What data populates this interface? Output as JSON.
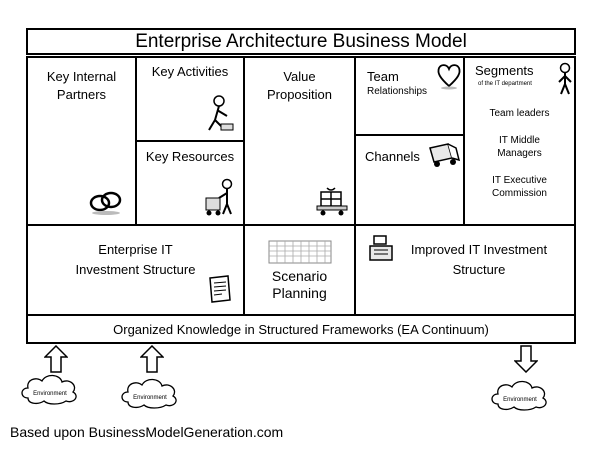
{
  "title": "Enterprise Architecture Business Model",
  "cells": {
    "key_partners": "Key Internal Partners",
    "key_activities": "Key Activities",
    "key_resources": "Key Resources",
    "value_proposition": "Value Proposition",
    "team_relationships_title": "Team",
    "team_relationships_sub": "Relationships",
    "channels": "Channels",
    "segments_title": "Segments",
    "segments_sub": "of the IT department",
    "segments_items": [
      "Team leaders",
      "IT Middle Managers",
      "IT Executive Commission"
    ],
    "cost_structure": "Enterprise IT Investment Structure",
    "scenario_planning": "Scenario Planning",
    "revenue_streams": "Improved IT Investment Structure"
  },
  "bottom_bar": "Organized Knowledge in Structured Frameworks (EA Continuum)",
  "clouds": [
    "Environment",
    "Environment",
    "Environment"
  ],
  "footer": "Based upon BusinessModelGeneration.com"
}
